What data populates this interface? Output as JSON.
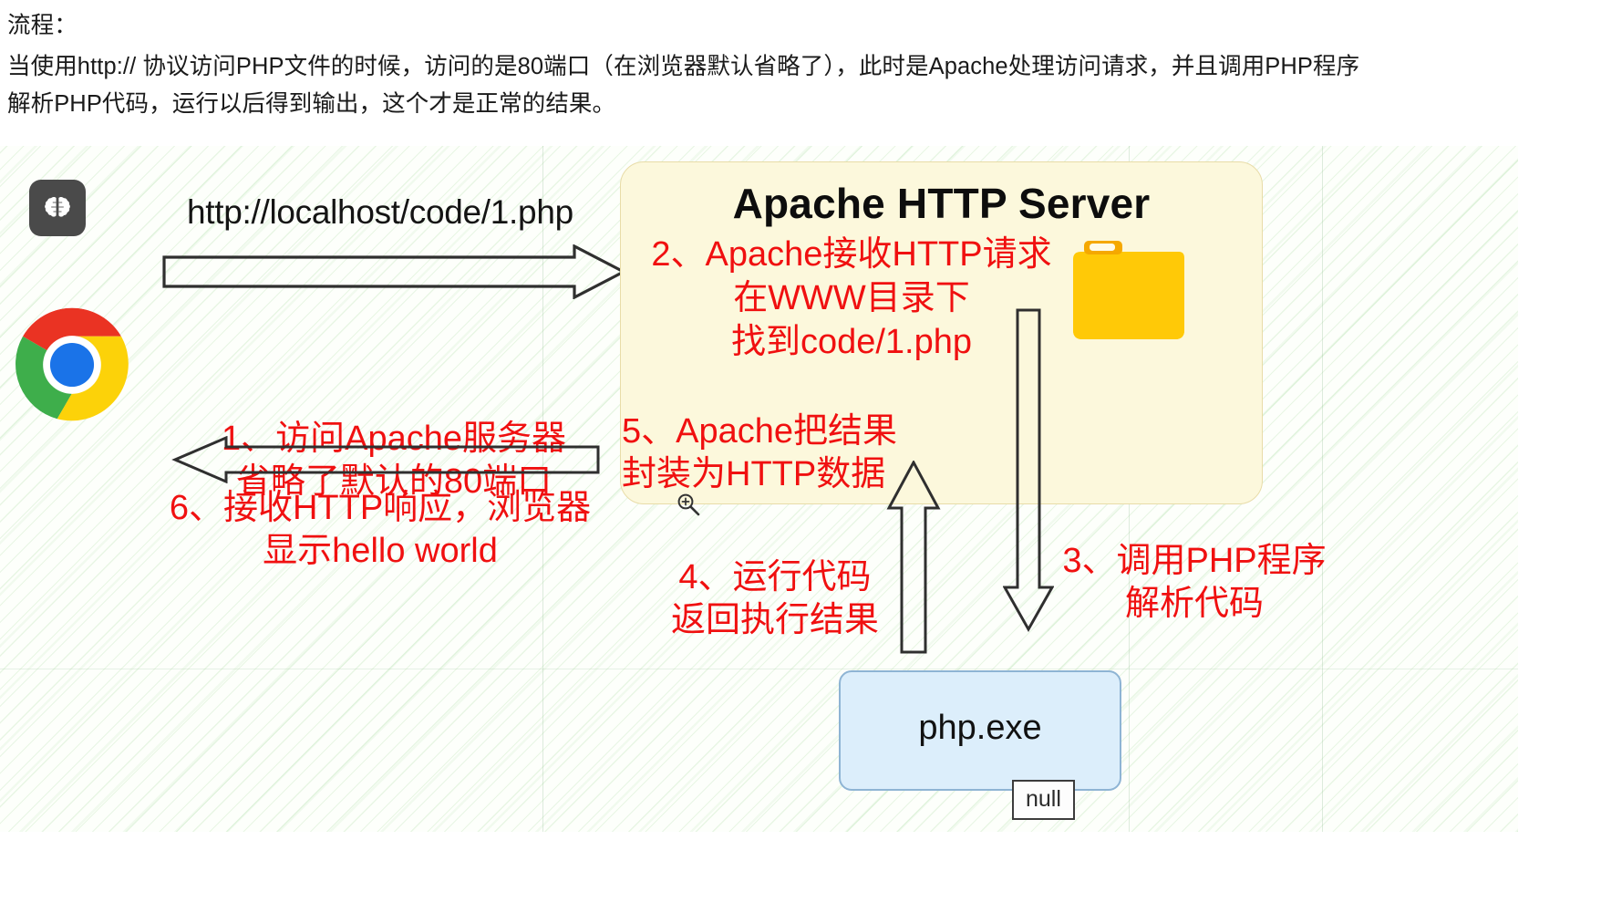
{
  "header": {
    "title": "流程：",
    "paragraph_line1": "当使用http:// 协议访问PHP文件的时候，访问的是80端口（在浏览器默认省略了），此时是Apache处理访问请求，并且调用PHP程序",
    "paragraph_line2": "解析PHP代码，运行以后得到输出，这个才是正常的结果。"
  },
  "diagram": {
    "browser": {
      "app_icon_name": "brain-icon",
      "logo_name": "chrome-logo"
    },
    "request_arrow": {
      "url_label": "http://localhost/code/1.php",
      "direction": "right"
    },
    "step1": {
      "line1": "1、访问Apache服务器",
      "line2": "省略了默认的80端口"
    },
    "apache": {
      "title": "Apache HTTP Server",
      "step2_line1": "2、Apache接收HTTP请求",
      "step2_line2": "在WWW目录下",
      "step2_line3": "找到code/1.php",
      "folder_icon_name": "folder-icon",
      "box_color": "#fcf8dc"
    },
    "step5": {
      "line1": "5、Apache把结果",
      "line2": "封装为HTTP数据"
    },
    "step6": {
      "line1": "6、接收HTTP响应，浏览器",
      "line2": "显示hello world"
    },
    "step4": {
      "line1": "4、运行代码",
      "line2": "返回执行结果"
    },
    "step3": {
      "line1": "3、调用PHP程序",
      "line2": "解析代码"
    },
    "php_exe": {
      "label": "php.exe",
      "box_color": "#dceefb"
    },
    "null_badge": {
      "label": "null"
    },
    "cursor": {
      "icon_name": "magnifier-zoom-in-icon"
    },
    "colors": {
      "annotation_red": "#f01010",
      "apache_fill": "#fcf8dc",
      "php_fill": "#dceefb",
      "folder_yellow": "#ffc907",
      "background_hatch": "#eaf7e5"
    }
  }
}
